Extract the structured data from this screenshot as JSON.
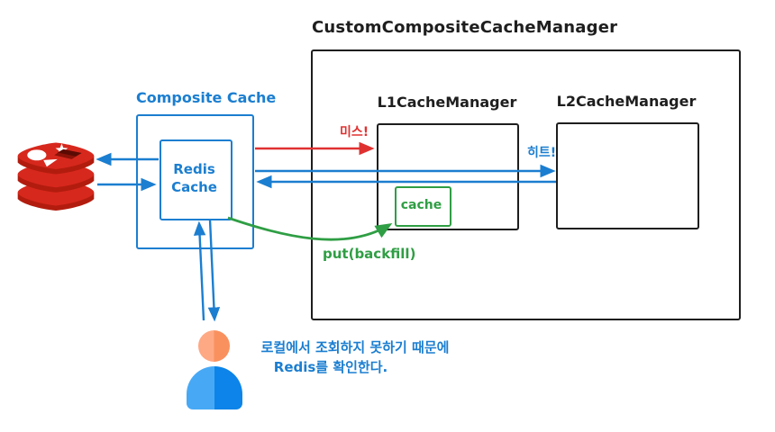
{
  "title": "CustomCompositeCacheManager",
  "composite": {
    "label": "Composite Cache",
    "inner_line1": "Redis",
    "inner_line2": "Cache"
  },
  "managers": {
    "l1_label": "L1CacheManager",
    "l2_label": "L2CacheManager",
    "cache_box_label": "cache"
  },
  "annotations": {
    "miss": "미스!",
    "hit": "히트!",
    "backfill": "put(backfill)"
  },
  "note": {
    "line1": "로컬에서 조회하지 못하기 때문에",
    "line2": "Redis를 확인한다."
  },
  "icons": {
    "redis": "redis-database-icon",
    "user": "user-icon"
  },
  "colors": {
    "blue": "#1b7ed0",
    "red": "#e03131",
    "green": "#2f9e44",
    "outline": "#1e1e1e",
    "redis_red": "#d7281d",
    "person_orange": "#f9915e",
    "person_blue": "#0c84e9"
  }
}
